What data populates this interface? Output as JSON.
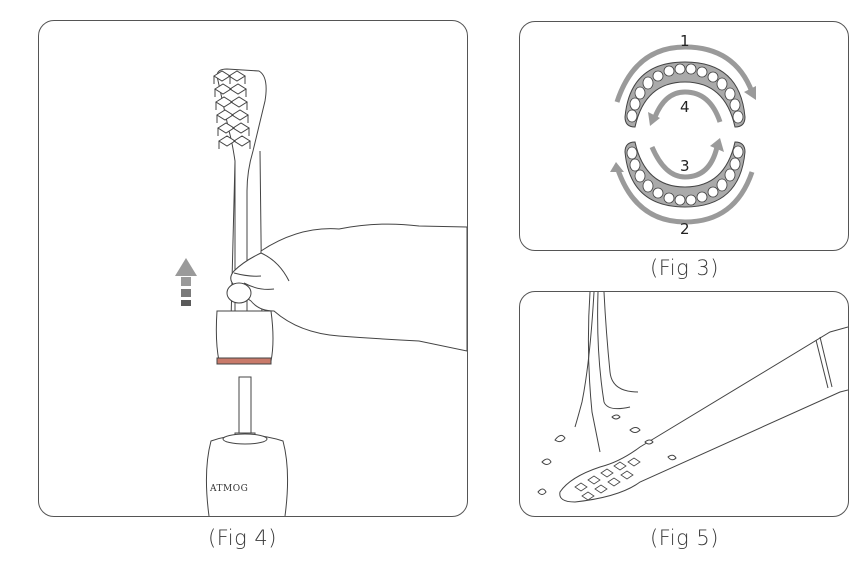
{
  "figures": {
    "fig4": {
      "caption": "(Fig 4)",
      "brand": "ATMOG"
    },
    "fig3": {
      "caption": "(Fig 3)",
      "steps": [
        "1",
        "2",
        "3",
        "4"
      ]
    },
    "fig5": {
      "caption": "(Fig 5)"
    }
  },
  "colors": {
    "line": "#444444",
    "arrow_gray": "#9a9a9a",
    "gum": "#aaaaaa",
    "ring": "#c97a6a"
  }
}
